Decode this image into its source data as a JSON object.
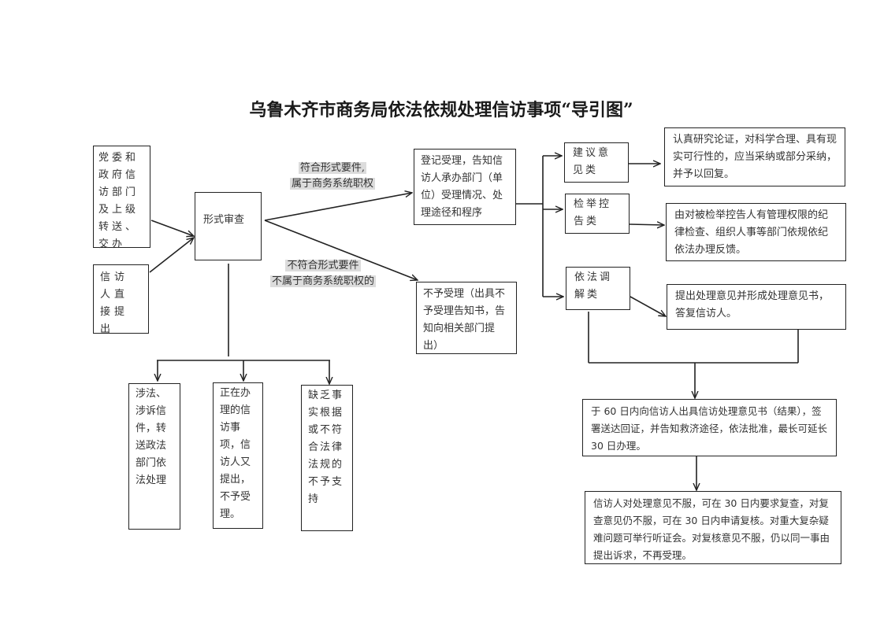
{
  "title": "乌鲁木齐市商务局依法依规处理信访事项“导引图”",
  "sources": {
    "transfer": "党委和政府信访部门及上级转送、交办",
    "direct": "信访人直接提出"
  },
  "review": "形式审查",
  "branch_labels": {
    "accept_line1": "符合形式要件,",
    "accept_line2": "属于商务系统职权",
    "reject_line1": "不符合形式要件",
    "reject_line2": "不属于商务系统职权的"
  },
  "accept_box": "登记受理，告知信访人承办部门（单位）受理情况、处理途径和程序",
  "reject_box": "不予受理（出具不予受理告知书，告知向相关部门提出）",
  "exclusions": [
    "涉法、涉诉信件，转送政法部门依法处理",
    "正在办理的信访事项，信访人又提出，不予受理。",
    "缺乏事实根据或不符合法律法规的不予支持"
  ],
  "categories": [
    {
      "name": "建议意见类",
      "action": "认真研究论证，对科学合理、具有现实可行性的，应当采纳或部分采纳，并予以回复。"
    },
    {
      "name": "检举控告类",
      "action": "由对被检举控告人有管理权限的纪律检查、组织人事等部门依规依纪依法办理反馈。"
    },
    {
      "name": "依法调解类",
      "action": "提出处理意见并形成处理意见书，答复信访人。"
    }
  ],
  "result_box": "于 60 日内向信访人出具信访处理意见书（结果），签署送达回证，并告知救济途径，依法批准，最长可延长 30 日办理。",
  "appeal_box": "信访人对处理意见不服，可在 30 日内要求复查，对复查意见仍不服，可在 30 日内申请复核。对重大复杂疑难问题可举行听证会。对复核意见不服，仍以同一事由提出诉求，不再受理。"
}
